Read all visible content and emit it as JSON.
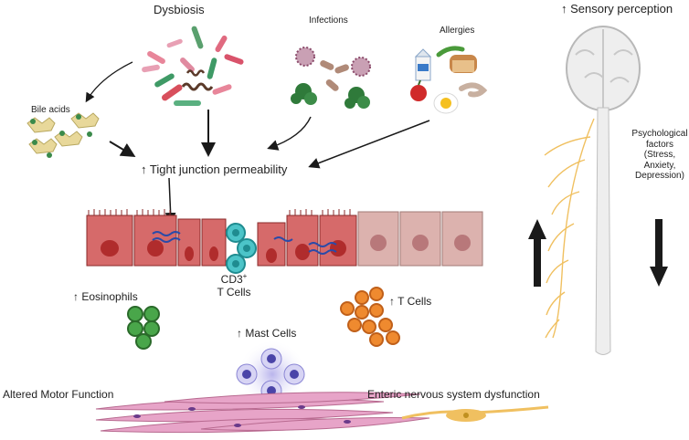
{
  "labels": {
    "dysbiosis": "Dysbiosis",
    "infections": "Infections",
    "allergies": "Allergies",
    "sensory": "↑ Sensory perception",
    "bile_acids": "Bile acids",
    "tight_junction": "↑ Tight junction permeability",
    "psych_line1": "Psychological",
    "psych_line2": "factors",
    "psych_line3": "(Stress,",
    "psych_line4": "Anxiety,",
    "psych_line5": "Depression)",
    "cd3_line1": "CD3",
    "cd3_sup": "+",
    "cd3_line2": "T Cells",
    "eosinophils": "↑ Eosinophils",
    "t_cells": "↑ T Cells",
    "mast_cells": "↑ Mast Cells",
    "altered_motor": "Altered Motor Function",
    "enteric": "Enteric nervous system dysfunction"
  },
  "colors": {
    "epithelium_inflamed": "#d66a6a",
    "epithelium_healthy": "#dcb2ae",
    "nucleus": "#b02c2c",
    "cd3_cell": "#4cc4c8",
    "eosinophil": "#49a64a",
    "t_cell": "#ef8a2f",
    "mast_cell": "#6c66c8",
    "muscle": "#e7a4c8",
    "nerve": "#f0c060",
    "arrow": "#1a1a1a"
  },
  "icons": [
    "bacteria-icon",
    "virus-icon",
    "milk-icon",
    "bread-icon",
    "apple-icon",
    "egg-icon",
    "shrimp-icon",
    "brain-icon",
    "bile-acid-icon"
  ]
}
